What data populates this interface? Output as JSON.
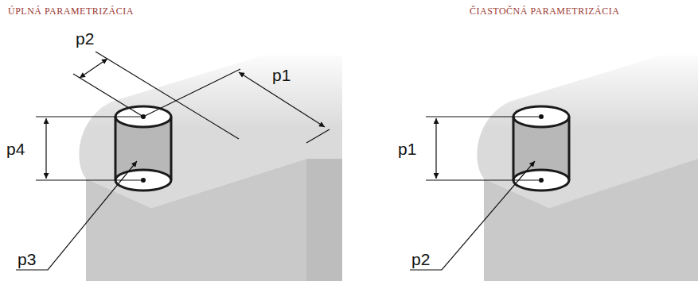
{
  "diagram": {
    "labels": [
      "ÚPLNÁ PARAMETRIZÁCIA",
      "p2",
      "p1",
      "p4",
      "p3",
      "ČIASTOČNÁ PARAMETRIZÁCIA",
      "p1",
      "p2"
    ]
  }
}
